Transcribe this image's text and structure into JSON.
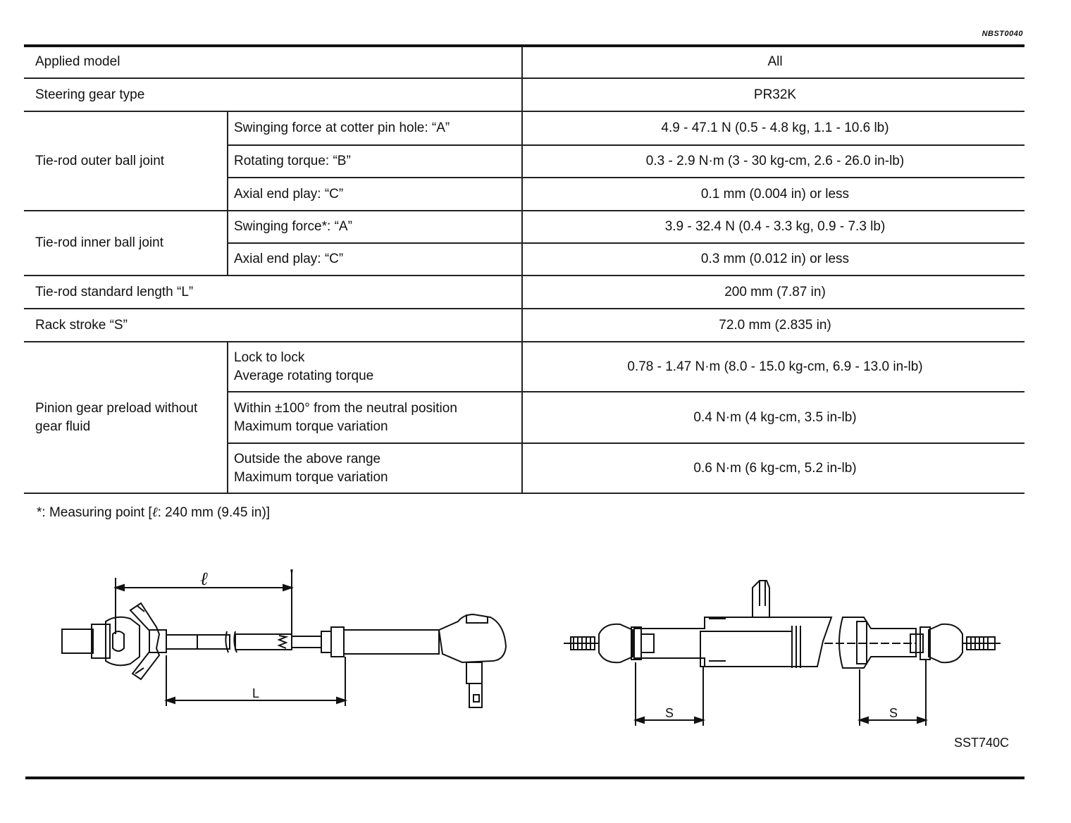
{
  "doc_code": "NBST0040",
  "table": {
    "applied_model": {
      "label": "Applied model",
      "value": "All"
    },
    "gear_type": {
      "label": "Steering gear type",
      "value": "PR32K"
    },
    "outer_joint": {
      "label": "Tie-rod outer ball joint",
      "rows": [
        {
          "item": "Swinging force at cotter pin hole: “A”",
          "value": "4.9 - 47.1 N (0.5 - 4.8 kg, 1.1 - 10.6 lb)"
        },
        {
          "item": "Rotating torque: “B”",
          "value": "0.3 - 2.9 N·m (3 - 30 kg-cm, 2.6 - 26.0 in-lb)"
        },
        {
          "item": "Axial end play: “C”",
          "value": "0.1 mm (0.004 in) or less"
        }
      ]
    },
    "inner_joint": {
      "label": "Tie-rod inner ball joint",
      "rows": [
        {
          "item": "Swinging force*: “A”",
          "value": "3.9 - 32.4 N (0.4 - 3.3 kg, 0.9 - 7.3 lb)"
        },
        {
          "item": "Axial end play: “C”",
          "value": "0.3 mm (0.012 in) or less"
        }
      ]
    },
    "std_length": {
      "label": "Tie-rod standard length “L”",
      "value": "200 mm (7.87 in)"
    },
    "rack_stroke": {
      "label": "Rack stroke “S”",
      "value": "72.0 mm (2.835 in)"
    },
    "pinion": {
      "label_1": "Pinion gear preload without",
      "label_2": "gear fluid",
      "rows": [
        {
          "item_1": "Lock to lock",
          "item_2": "Average rotating torque",
          "value": "0.78 - 1.47 N·m (8.0 - 15.0 kg-cm, 6.9 - 13.0 in-lb)"
        },
        {
          "item_1": "Within ±100° from the neutral position",
          "item_2": "Maximum torque variation",
          "value": "0.4 N·m (4 kg-cm, 3.5 in-lb)"
        },
        {
          "item_1": "Outside the above range",
          "item_2": "Maximum torque variation",
          "value": "0.6 N·m (6 kg-cm, 5.2 in-lb)"
        }
      ]
    }
  },
  "note": {
    "prefix": "*: Measuring point [",
    "symbol": "ℓ",
    "suffix": ": 240 mm (9.45 in)]"
  },
  "figure": {
    "label_l_script": "ℓ",
    "label_L": "L",
    "label_S": "S",
    "code": "SST740C"
  }
}
